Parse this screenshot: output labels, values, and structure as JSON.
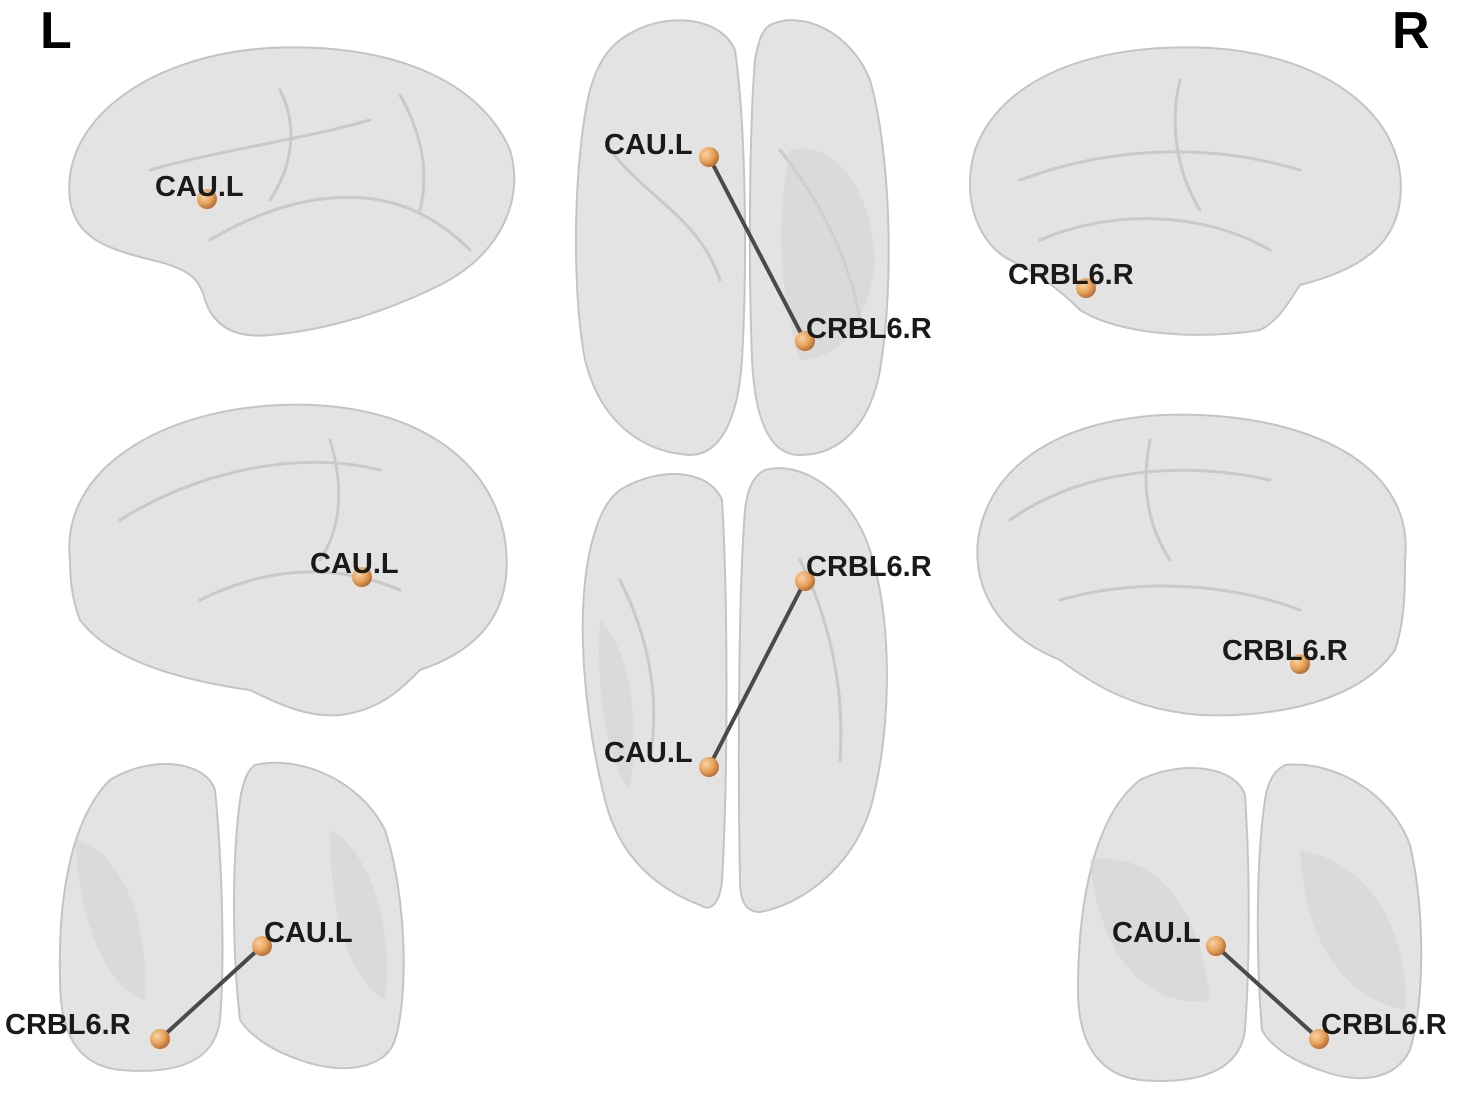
{
  "labels": {
    "left": "L",
    "right": "R"
  },
  "node_color": "#e8a25a",
  "edge_color": "#4a4a4a",
  "brain_color": "#e3e3e3",
  "views": {
    "left_lateral": {
      "nodes": [
        "CAU.L"
      ]
    },
    "left_medial": {
      "nodes": [
        "CAU.L"
      ]
    },
    "dorsal": {
      "nodes": [
        "CAU.L",
        "CRBL6.R"
      ]
    },
    "ventral": {
      "nodes": [
        "CRBL6.R",
        "CAU.L"
      ]
    },
    "right_lateral": {
      "nodes": [
        "CRBL6.R"
      ]
    },
    "right_medial": {
      "nodes": [
        "CRBL6.R"
      ]
    },
    "anterior": {
      "nodes": [
        "CAU.L",
        "CRBL6.R"
      ]
    },
    "posterior": {
      "nodes": [
        "CAU.L",
        "CRBL6.R"
      ]
    }
  }
}
